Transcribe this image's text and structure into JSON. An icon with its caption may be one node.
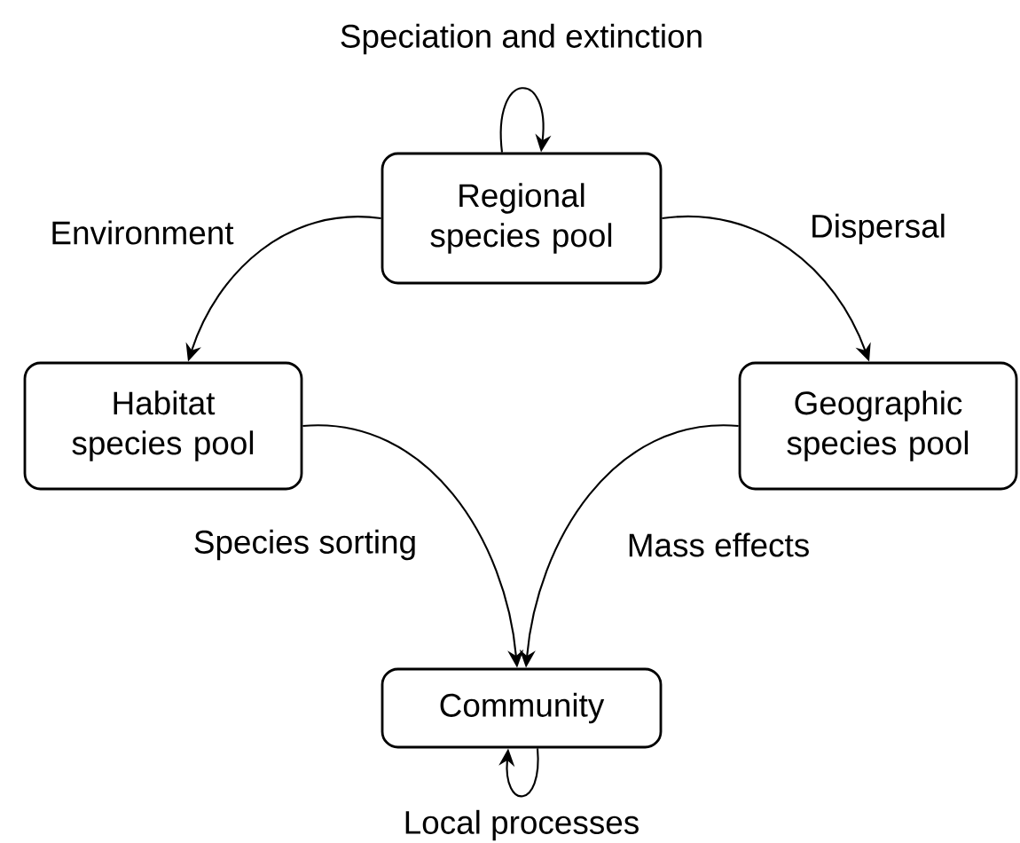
{
  "diagram": {
    "nodes": [
      {
        "text": [
          "Regional species pool"
        ]
      },
      {
        "text": [
          "Habitat species pool"
        ]
      },
      {
        "text": [
          "Geographic species pool"
        ]
      },
      {
        "text": [
          "Community"
        ]
      }
    ],
    "edges": [
      {
        "from": 0,
        "to": 0,
        "arrow": "to",
        "label": "Speciation and extinction"
      },
      {
        "from": 0,
        "to": 1,
        "arrow": "to",
        "label": "Environment"
      },
      {
        "from": 0,
        "to": 2,
        "arrow": "to",
        "label": "Dispersal"
      },
      {
        "from": 1,
        "to": 3,
        "arrow": "to",
        "label": "Species sorting"
      },
      {
        "from": 2,
        "to": 3,
        "arrow": "to",
        "label": "Mass effects"
      },
      {
        "from": 3,
        "to": 3,
        "arrow": "to",
        "label": "Local processes"
      }
    ]
  }
}
